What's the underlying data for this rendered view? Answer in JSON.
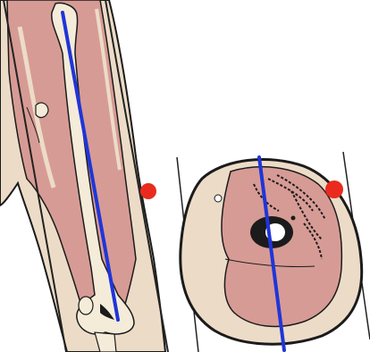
{
  "figure": {
    "panels": [
      {
        "id": "longitudinal-section",
        "view": "longitudinal"
      },
      {
        "id": "cross-section",
        "view": "transverse"
      }
    ],
    "colors": {
      "background": "#ffffff",
      "skin": "#ecdcc7",
      "muscle": "#d79b95",
      "muscle_dark": "#c58680",
      "bone": "#f4ecd9",
      "outline": "#1b1b1b",
      "axis_line": "#1f35d8",
      "marker": "#ea2a1f",
      "guide_line": "#222222"
    },
    "icons": [
      "red-dot-marker",
      "blue-axis-line",
      "bone-cross-section-ring"
    ]
  }
}
